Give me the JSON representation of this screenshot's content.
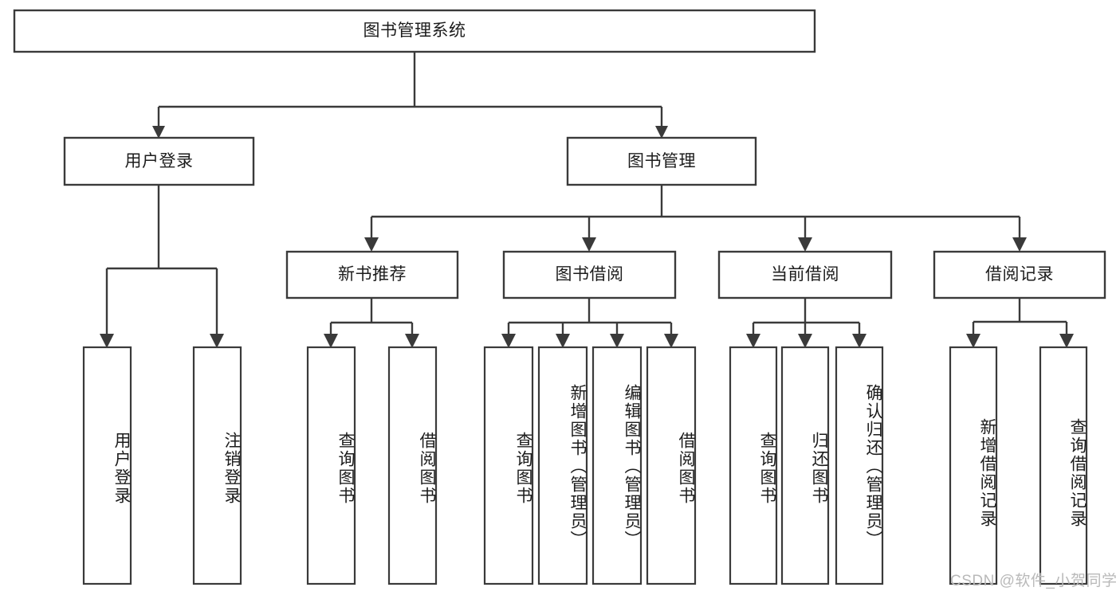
{
  "diagram": {
    "type": "tree-hierarchy",
    "title": "图书管理系统",
    "watermark": "CSDN @软件_小贺同学",
    "colors": {
      "stroke": "#3a3a3a",
      "fill": "#ffffff",
      "text": "#1c1c1c",
      "watermark": "#b9b9b9",
      "background": "#ffffff"
    },
    "nodes": {
      "root": {
        "label": "图书管理系统",
        "orientation": "horizontal"
      },
      "level2": [
        {
          "id": "user-login",
          "label": "用户登录",
          "orientation": "horizontal"
        },
        {
          "id": "book-management",
          "label": "图书管理",
          "orientation": "horizontal"
        }
      ],
      "level3": [
        {
          "id": "new-book-recommend",
          "label": "新书推荐",
          "orientation": "horizontal"
        },
        {
          "id": "book-borrow",
          "label": "图书借阅",
          "orientation": "horizontal"
        },
        {
          "id": "current-borrow",
          "label": "当前借阅",
          "orientation": "horizontal"
        },
        {
          "id": "borrow-record",
          "label": "借阅记录",
          "orientation": "horizontal"
        }
      ],
      "leaves": [
        {
          "id": "leaf-user-login",
          "label": "用户登录",
          "parent": "user-login",
          "orientation": "vertical"
        },
        {
          "id": "leaf-logout-login",
          "label": "注销登录",
          "parent": "user-login",
          "orientation": "vertical"
        },
        {
          "id": "leaf-query-book-1",
          "label": "查询图书",
          "parent": "new-book-recommend",
          "orientation": "vertical"
        },
        {
          "id": "leaf-borrow-book-1",
          "label": "借阅图书",
          "parent": "new-book-recommend",
          "orientation": "vertical"
        },
        {
          "id": "leaf-query-book-2",
          "label": "查询图书",
          "parent": "book-borrow",
          "orientation": "vertical"
        },
        {
          "id": "leaf-add-book",
          "label": "新增图书（管理员）",
          "parent": "book-borrow",
          "orientation": "vertical"
        },
        {
          "id": "leaf-edit-book",
          "label": "编辑图书（管理员）",
          "parent": "book-borrow",
          "orientation": "vertical"
        },
        {
          "id": "leaf-borrow-book-2",
          "label": "借阅图书",
          "parent": "book-borrow",
          "orientation": "vertical"
        },
        {
          "id": "leaf-query-book-3",
          "label": "查询图书",
          "parent": "current-borrow",
          "orientation": "vertical"
        },
        {
          "id": "leaf-return-book",
          "label": "归还图书",
          "parent": "current-borrow",
          "orientation": "vertical"
        },
        {
          "id": "leaf-confirm-return",
          "label": "确认归还（管理员）",
          "parent": "current-borrow",
          "orientation": "vertical"
        },
        {
          "id": "leaf-add-record",
          "label": "新增借阅记录",
          "parent": "borrow-record",
          "orientation": "vertical"
        },
        {
          "id": "leaf-query-record",
          "label": "查询借阅记录",
          "parent": "borrow-record",
          "orientation": "vertical"
        }
      ]
    }
  }
}
